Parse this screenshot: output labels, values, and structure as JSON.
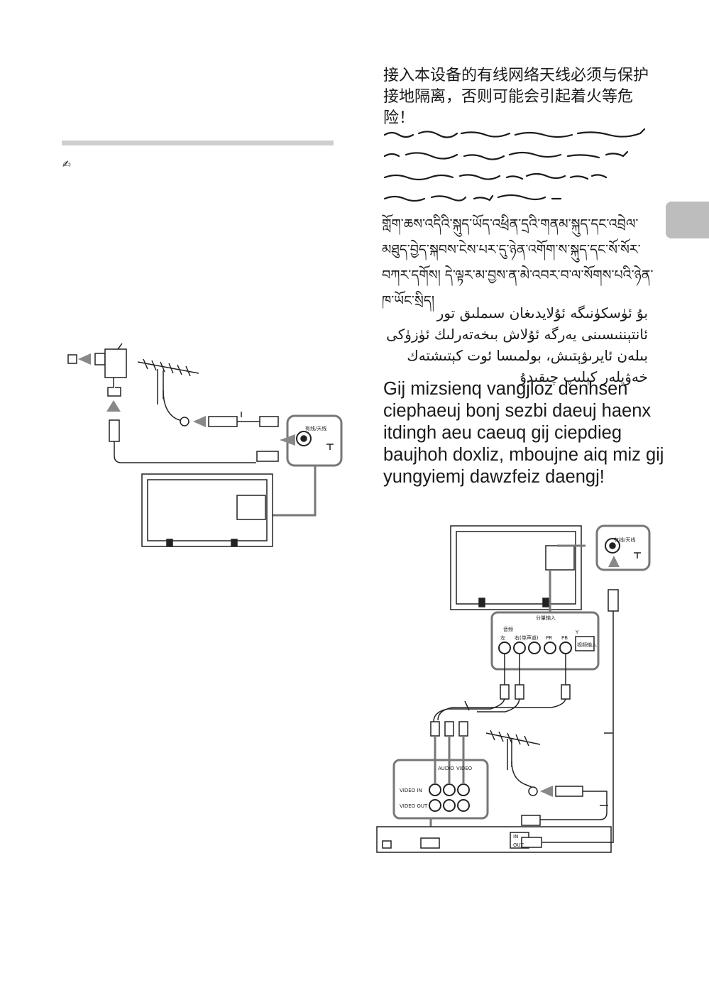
{
  "note_icon": "pencil-note-icon",
  "warning": {
    "chinese": "接入本设备的有线网络天线必须与保护接地隔离，否则可能会引起着火等危险！",
    "tibetan": "གློག་ཆས་འདིའི་སྐུད་ཡོད་འཕྲིན་དྲའི་གནམ་སྐུད་དང་འབྲེལ་མཐུད་བྱེད་སྐབས་ངེས་པར་དུ་ཉེན་འགོག་ས་སྐུད་དང་སོ་སོར་བཀར་དགོས། དེ་ལྟར་མ་བྱས་ན་མེ་འབར་བ་ལ་སོགས་པའི་ཉེན་ཁ་ཡོང་སྲིད།",
    "uyghur": "بۇ ئۈسكۈنىگە ئۇلايدىغان سىملىق تور ئانتېننىسىنى يەرگە ئۇلاش بىخەتەرلىك ئۈزۈكى بىلەن ئايرىۋېتىش، بولمىسا ئوت كېتىشتەك خەۋپلەر كېلىپ چىقىدۇ",
    "zhuang": "Gij mizsienq vangjloz denhsen ciephaeuj bonj sezbi daeuj haenx itdingh aeu caeuq gij ciepdieg baujhoh doxliz, mboujne aiq miz gij yungyiemj dawzfeiz daengj!"
  },
  "figure1": {
    "jack_label": "有线/天线"
  },
  "figure2": {
    "jack_label": "有线/天线",
    "component_label": "分量输入",
    "audio_label": "音频",
    "audio_l": "左",
    "audio_r": "右(单声道)",
    "pr": "PR",
    "pb": "PB",
    "y": "Y",
    "video_input": "视频输入",
    "vcr_audio": "AUDIO",
    "vcr_video": "VIDEO",
    "vcr_in": "VIDEO IN",
    "vcr_out": "VIDEO OUT",
    "vcr_rf_in": "IN",
    "vcr_rf_out": "OUT"
  }
}
